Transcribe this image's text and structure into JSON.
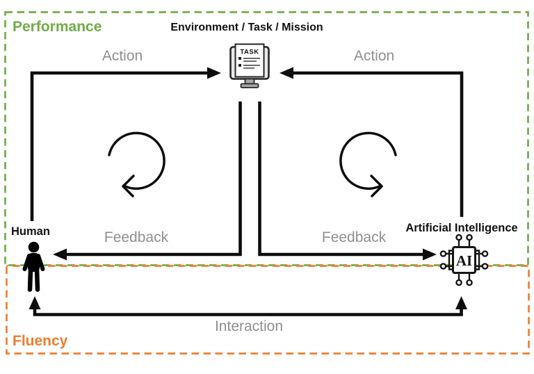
{
  "diagram": {
    "zones": {
      "performance": {
        "label": "Performance",
        "color": "#70AD47"
      },
      "fluency": {
        "label": "Fluency",
        "color": "#ED7D31"
      }
    },
    "environment": {
      "title": "Environment / Task / Mission",
      "icon": "task-monitor-icon",
      "icon_text": "TASK"
    },
    "agents": {
      "human": {
        "label": "Human",
        "icon": "human-icon"
      },
      "ai": {
        "label": "Artificial Intelligence",
        "icon": "ai-chip-icon",
        "icon_text": "AI"
      }
    },
    "edges": {
      "action_left": {
        "label": "Action",
        "from": "Human",
        "to": "Environment"
      },
      "action_right": {
        "label": "Action",
        "from": "Artificial Intelligence",
        "to": "Environment"
      },
      "feedback_left": {
        "label": "Feedback",
        "from": "Environment",
        "to": "Human"
      },
      "feedback_right": {
        "label": "Feedback",
        "from": "Environment",
        "to": "Artificial Intelligence"
      },
      "interaction": {
        "label": "Interaction",
        "between": [
          "Human",
          "Artificial Intelligence"
        ],
        "bidirectional": true
      }
    },
    "loops": {
      "left": "clockwise-loop-arrow",
      "right": "counterclockwise-loop-arrow"
    },
    "colors": {
      "arrow_black": "#0d0d0d",
      "edge_label_gray": "#8f8f8f"
    }
  }
}
